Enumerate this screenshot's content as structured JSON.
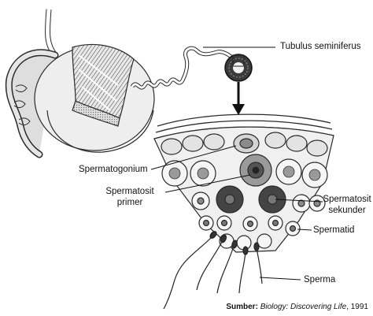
{
  "labels": {
    "tubulus": "Tubulus seminiferus",
    "spermatogonium": "Spermatogonium",
    "primer_1": "Spermatosit",
    "primer_2": "primer",
    "sekunder_1": "Spermatosit",
    "sekunder_2": "sekunder",
    "spermatid": "Spermatid",
    "sperma": "Sperma"
  },
  "source": {
    "prefix": "Sumber:",
    "title": "Biology: Discovering Life",
    "year": ", 1991"
  },
  "colors": {
    "ink": "#2a2a2a",
    "tissue": "#d8d8d8",
    "cell_fill": "#f4f4f4",
    "nucleus_dark": "#555555",
    "nucleus_mid": "#8a8a8a"
  }
}
